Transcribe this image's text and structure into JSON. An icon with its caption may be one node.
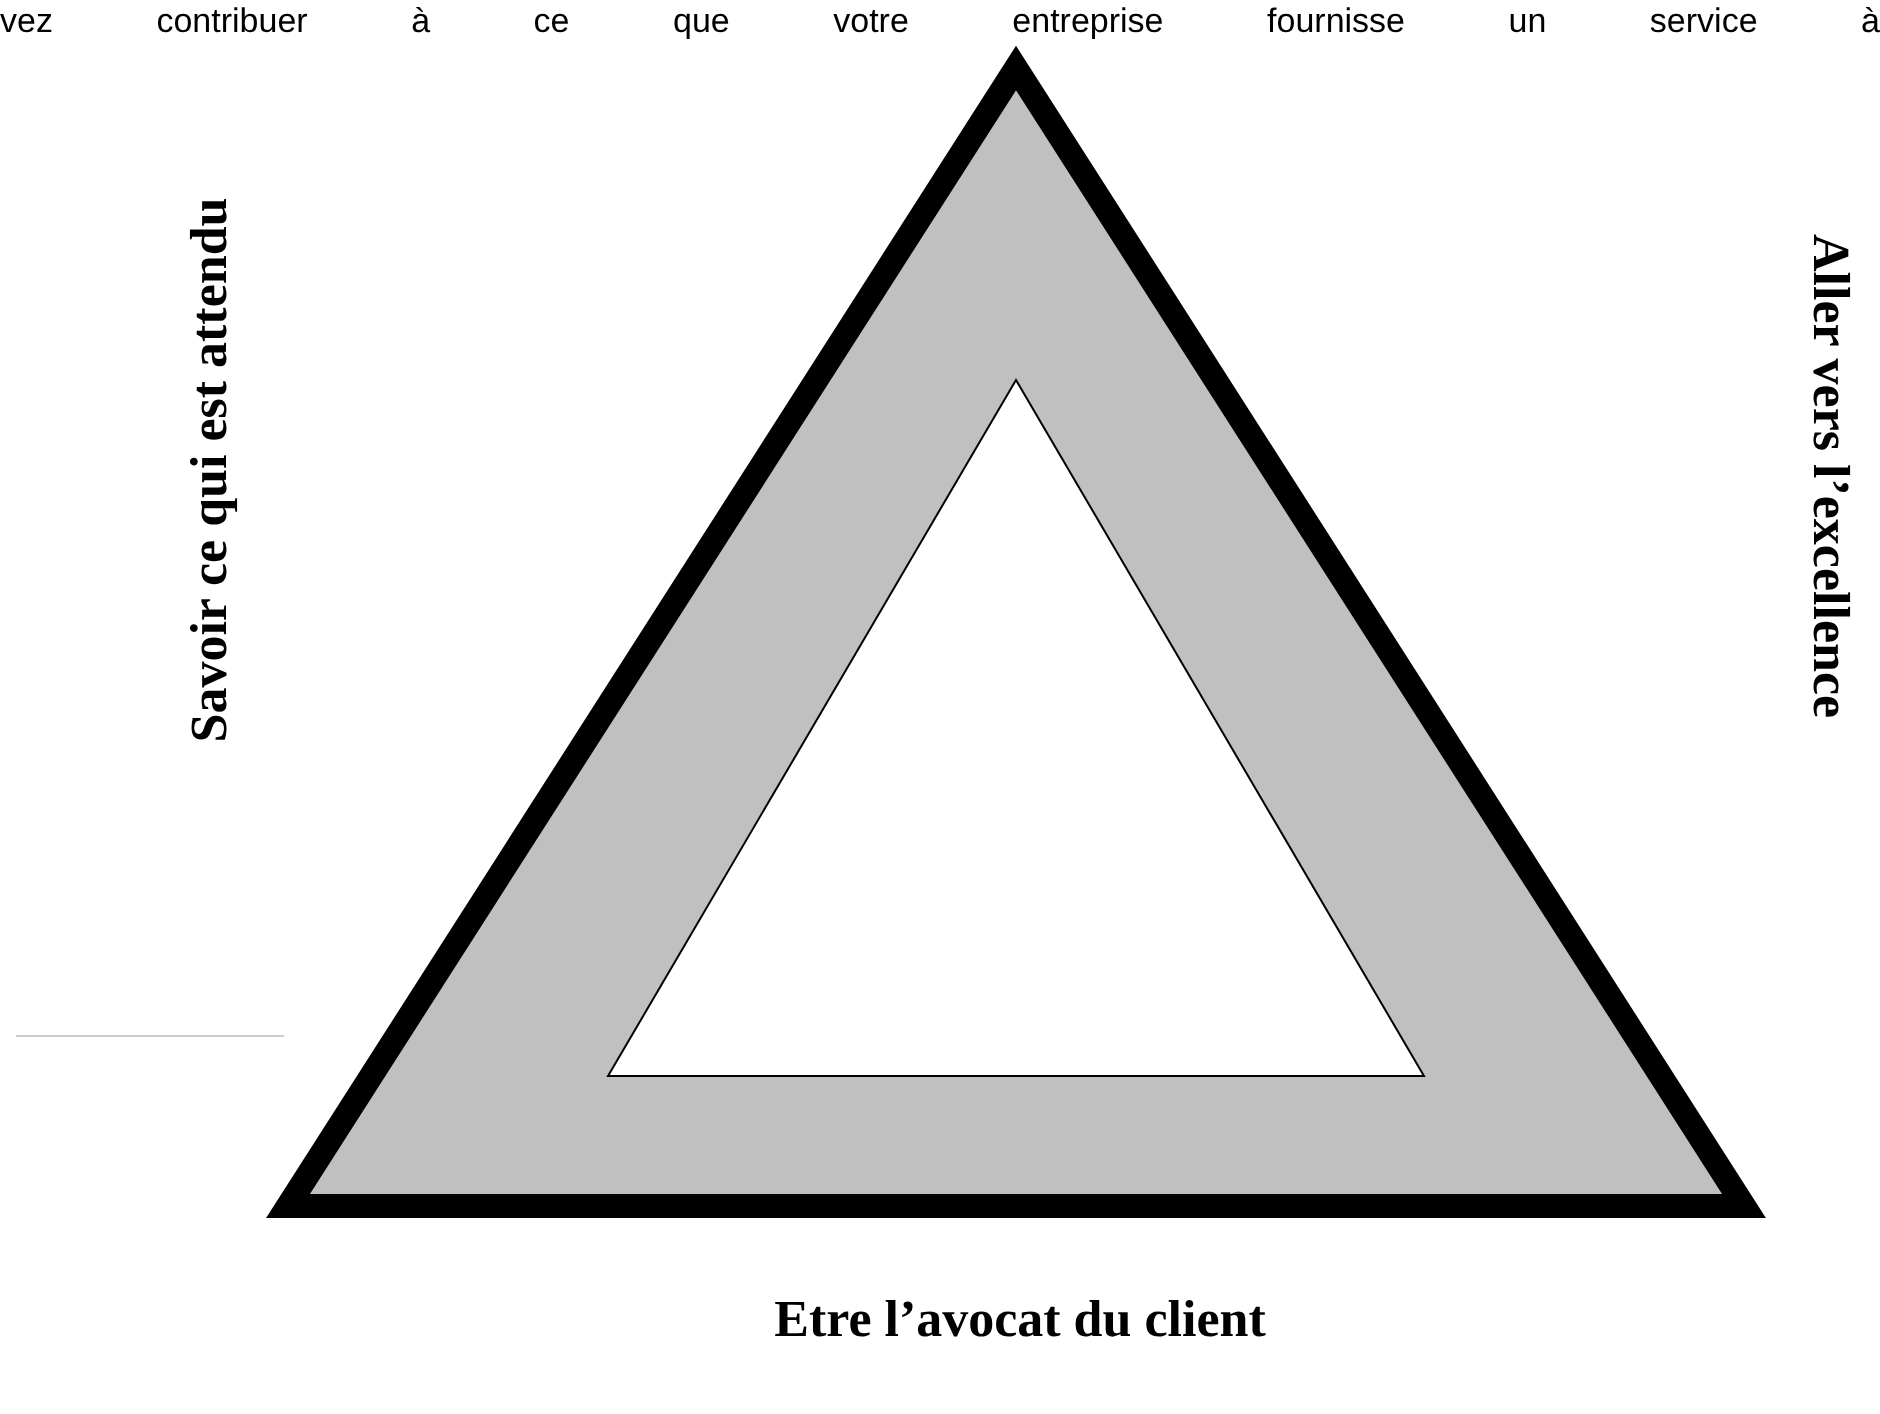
{
  "diagram": {
    "labels": [
      "vez contribuer à ce que votre entreprise fournisse un service à",
      "Savoir ce qui est attendu",
      "Aller vers l’excellence",
      "Etre l’avocat du client"
    ]
  }
}
